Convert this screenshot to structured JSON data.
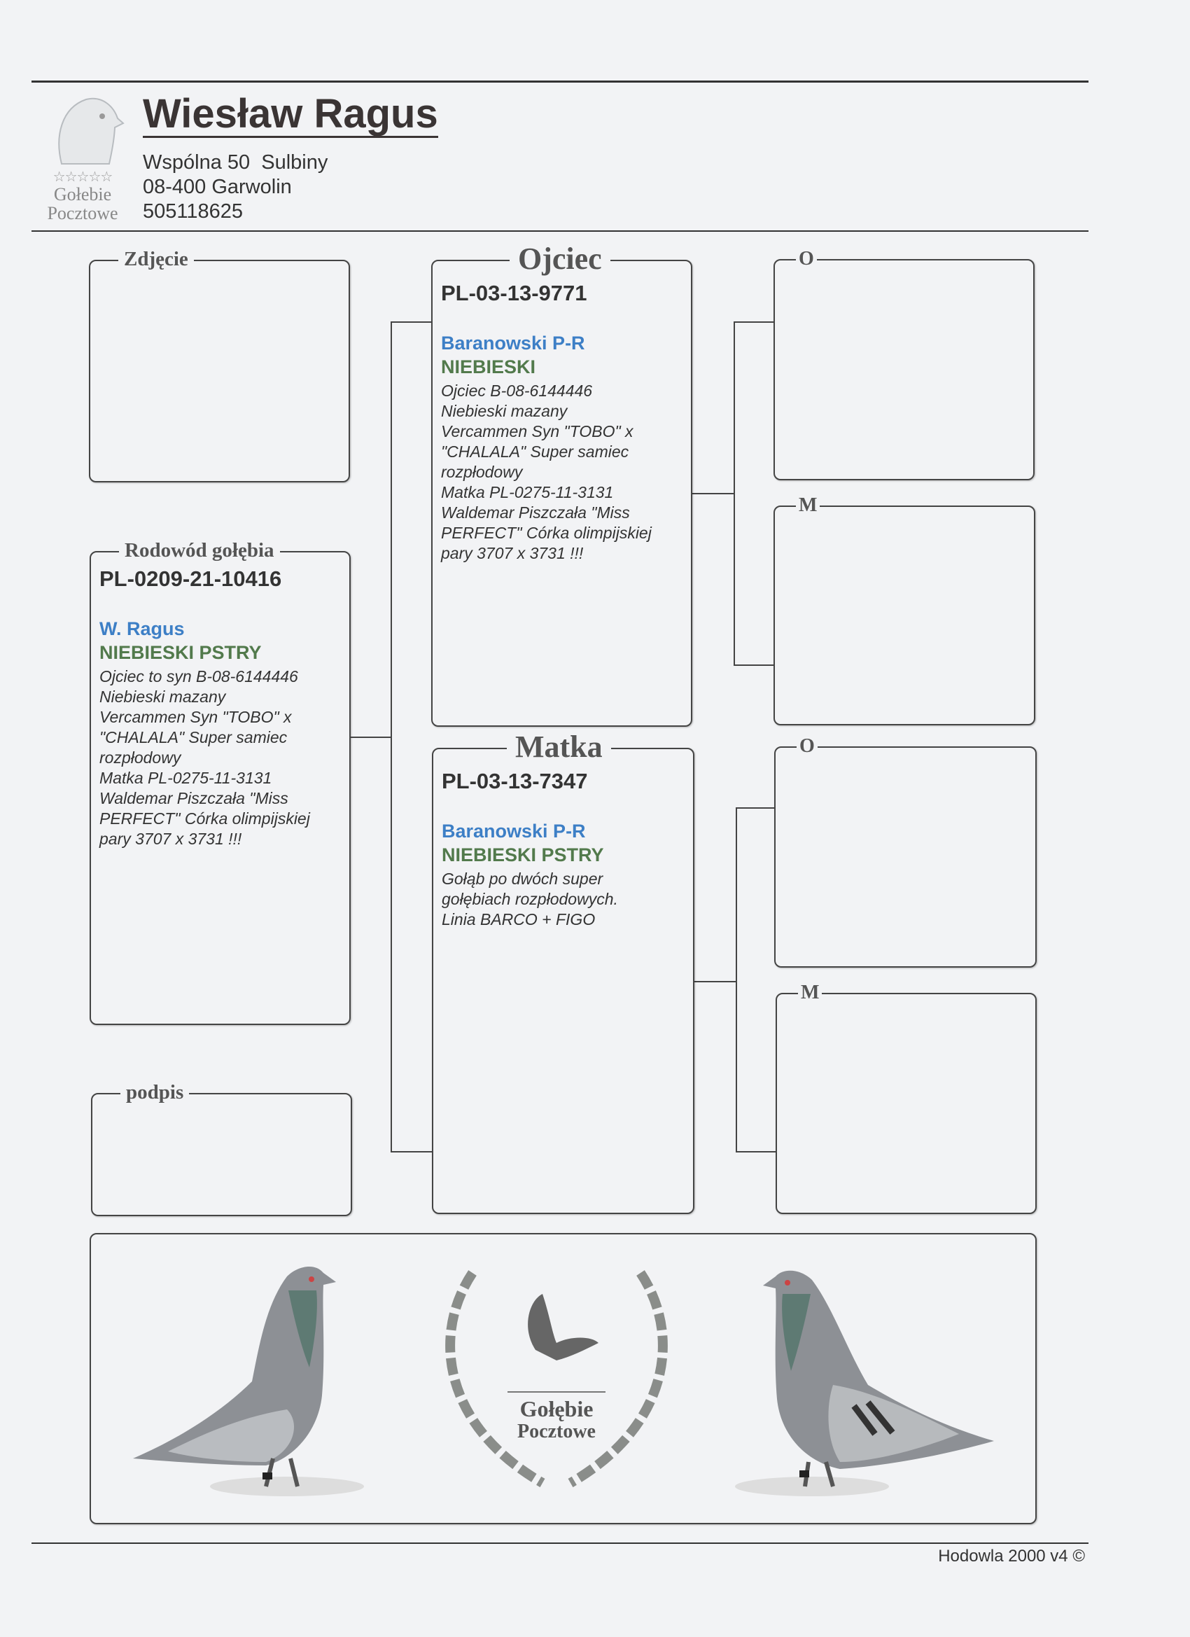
{
  "header": {
    "logo_text": [
      "Gołebie",
      "Pocztowe"
    ],
    "owner_name": "Wiesław Ragus",
    "address_line1": "Wspólna 50  Sulbiny",
    "address_line2": "08-400 Garwolin",
    "phone": "505118625"
  },
  "photo_box": {
    "label": "Zdjęcie"
  },
  "subject": {
    "label": "Rodowód gołębia",
    "ring": "PL-0209-21-10416",
    "breeder": "W. Ragus",
    "color": "NIEBIESKI PSTRY",
    "description": [
      "Ojciec to syn B-08-6144446",
      "Niebieski mazany",
      "Vercammen Syn \"TOBO\" x",
      "\"CHALALA\" Super samiec",
      "rozpłodowy",
      "Matka PL-0275-11-3131",
      "Waldemar Piszczała \"Miss",
      "PERFECT\" Córka olimpijskiej",
      "pary 3707 x 3731 !!!"
    ]
  },
  "signature_box": {
    "label": "podpis"
  },
  "father": {
    "label": "Ojciec",
    "ring": "PL-03-13-9771",
    "breeder": "Baranowski P-R",
    "color": "NIEBIESKI",
    "description": [
      "Ojciec B-08-6144446",
      "Niebieski mazany",
      "Vercammen Syn \"TOBO\" x",
      "\"CHALALA\" Super samiec",
      "rozpłodowy",
      "Matka PL-0275-11-3131",
      "Waldemar Piszczała \"Miss",
      "PERFECT\" Córka olimpijskiej",
      "pary 3707 x 3731 !!!"
    ]
  },
  "mother": {
    "label": "Matka",
    "ring": "PL-03-13-7347",
    "breeder": "Baranowski P-R",
    "color": "NIEBIESKI PSTRY",
    "description": [
      "Gołąb po dwóch super",
      "gołębiach rozpłodowych.",
      "Linia BARCO + FIGO"
    ]
  },
  "grandparents": [
    {
      "label": "O"
    },
    {
      "label": "M"
    },
    {
      "label": "O"
    },
    {
      "label": "M"
    }
  ],
  "banner": {
    "emblem_text": [
      "Gołębie",
      "Pocztowe"
    ]
  },
  "footer": {
    "text": "Hodowla 2000 v4 ©"
  },
  "colors": {
    "breeder": "#3d7fc6",
    "pigeon_color": "#527a4c",
    "text": "#333333"
  }
}
